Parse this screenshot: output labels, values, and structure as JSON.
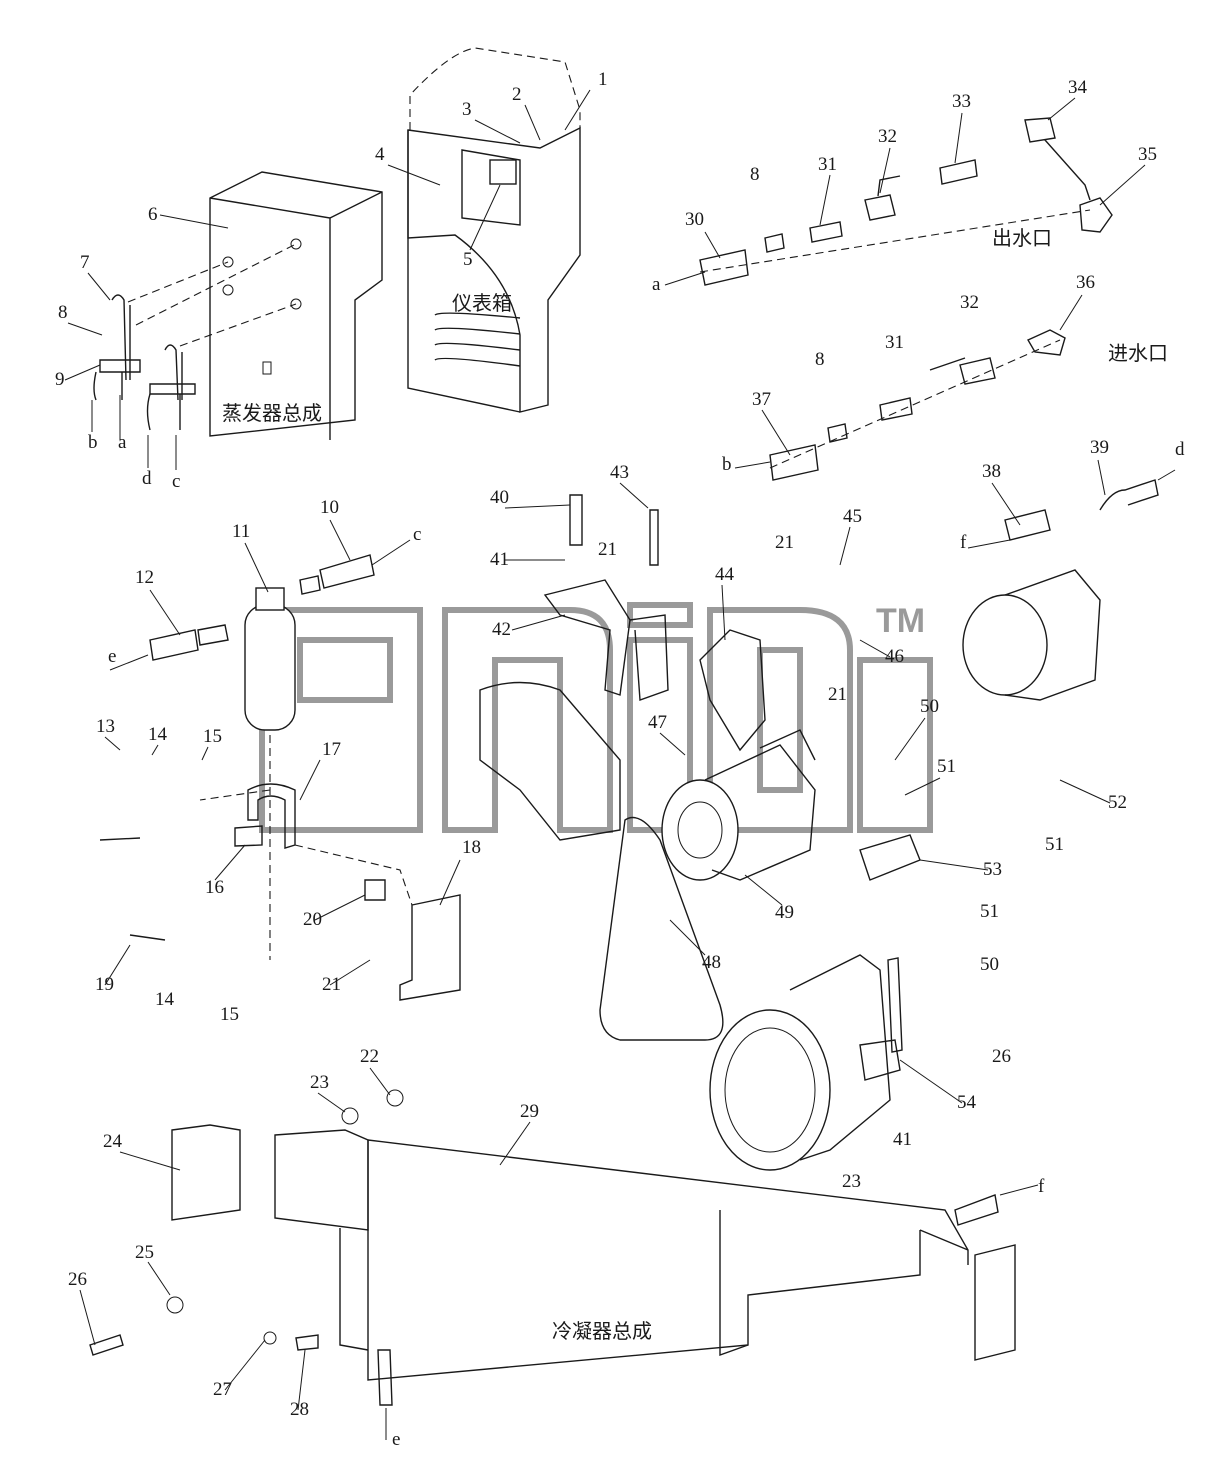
{
  "diagram": {
    "part_numbers": [
      "1",
      "2",
      "3",
      "4",
      "5",
      "6",
      "7",
      "8",
      "9",
      "10",
      "11",
      "12",
      "13",
      "14",
      "15",
      "16",
      "17",
      "18",
      "19",
      "20",
      "21",
      "22",
      "23",
      "24",
      "25",
      "26",
      "27",
      "28",
      "29",
      "30",
      "31",
      "32",
      "33",
      "34",
      "35",
      "36",
      "37",
      "38",
      "39",
      "40",
      "41",
      "42",
      "43",
      "44",
      "45",
      "46",
      "47",
      "48",
      "49",
      "50",
      "51",
      "52",
      "53",
      "54"
    ],
    "assembly_labels": {
      "evaporator": "蒸发器总成",
      "instrument_box": "仪表箱",
      "condenser": "冷凝器总成",
      "water_outlet": "出水口",
      "water_inlet": "进水口"
    },
    "connection_letters": [
      "a",
      "b",
      "c",
      "d",
      "e",
      "f"
    ],
    "watermark": {
      "brand": "TM"
    }
  }
}
